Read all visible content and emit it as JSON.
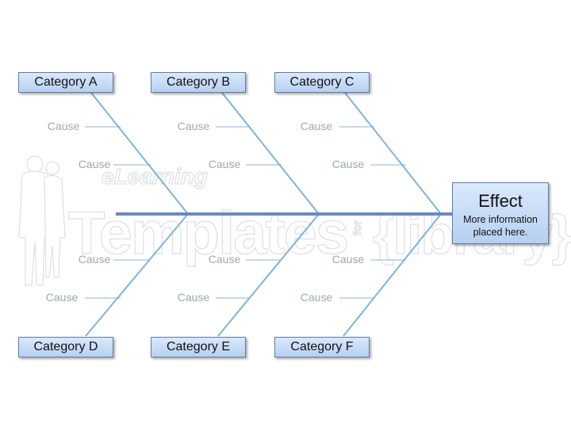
{
  "categories": [
    "Category A",
    "Category B",
    "Category C",
    "Category D",
    "Category E",
    "Category F"
  ],
  "cause_label": "Cause",
  "effect": {
    "title": "Effect",
    "description": "More information placed here."
  },
  "watermark": {
    "line1": "eLearning",
    "line2": "Templates",
    "line3": "for",
    "line4": "{library}"
  },
  "colors": {
    "spine": "#6f86c0",
    "bones": "#7fb3dc",
    "cause_lines": "#8fb2d8",
    "box_fill": "#c6dcf5",
    "box_border": "#5f7ea6"
  }
}
